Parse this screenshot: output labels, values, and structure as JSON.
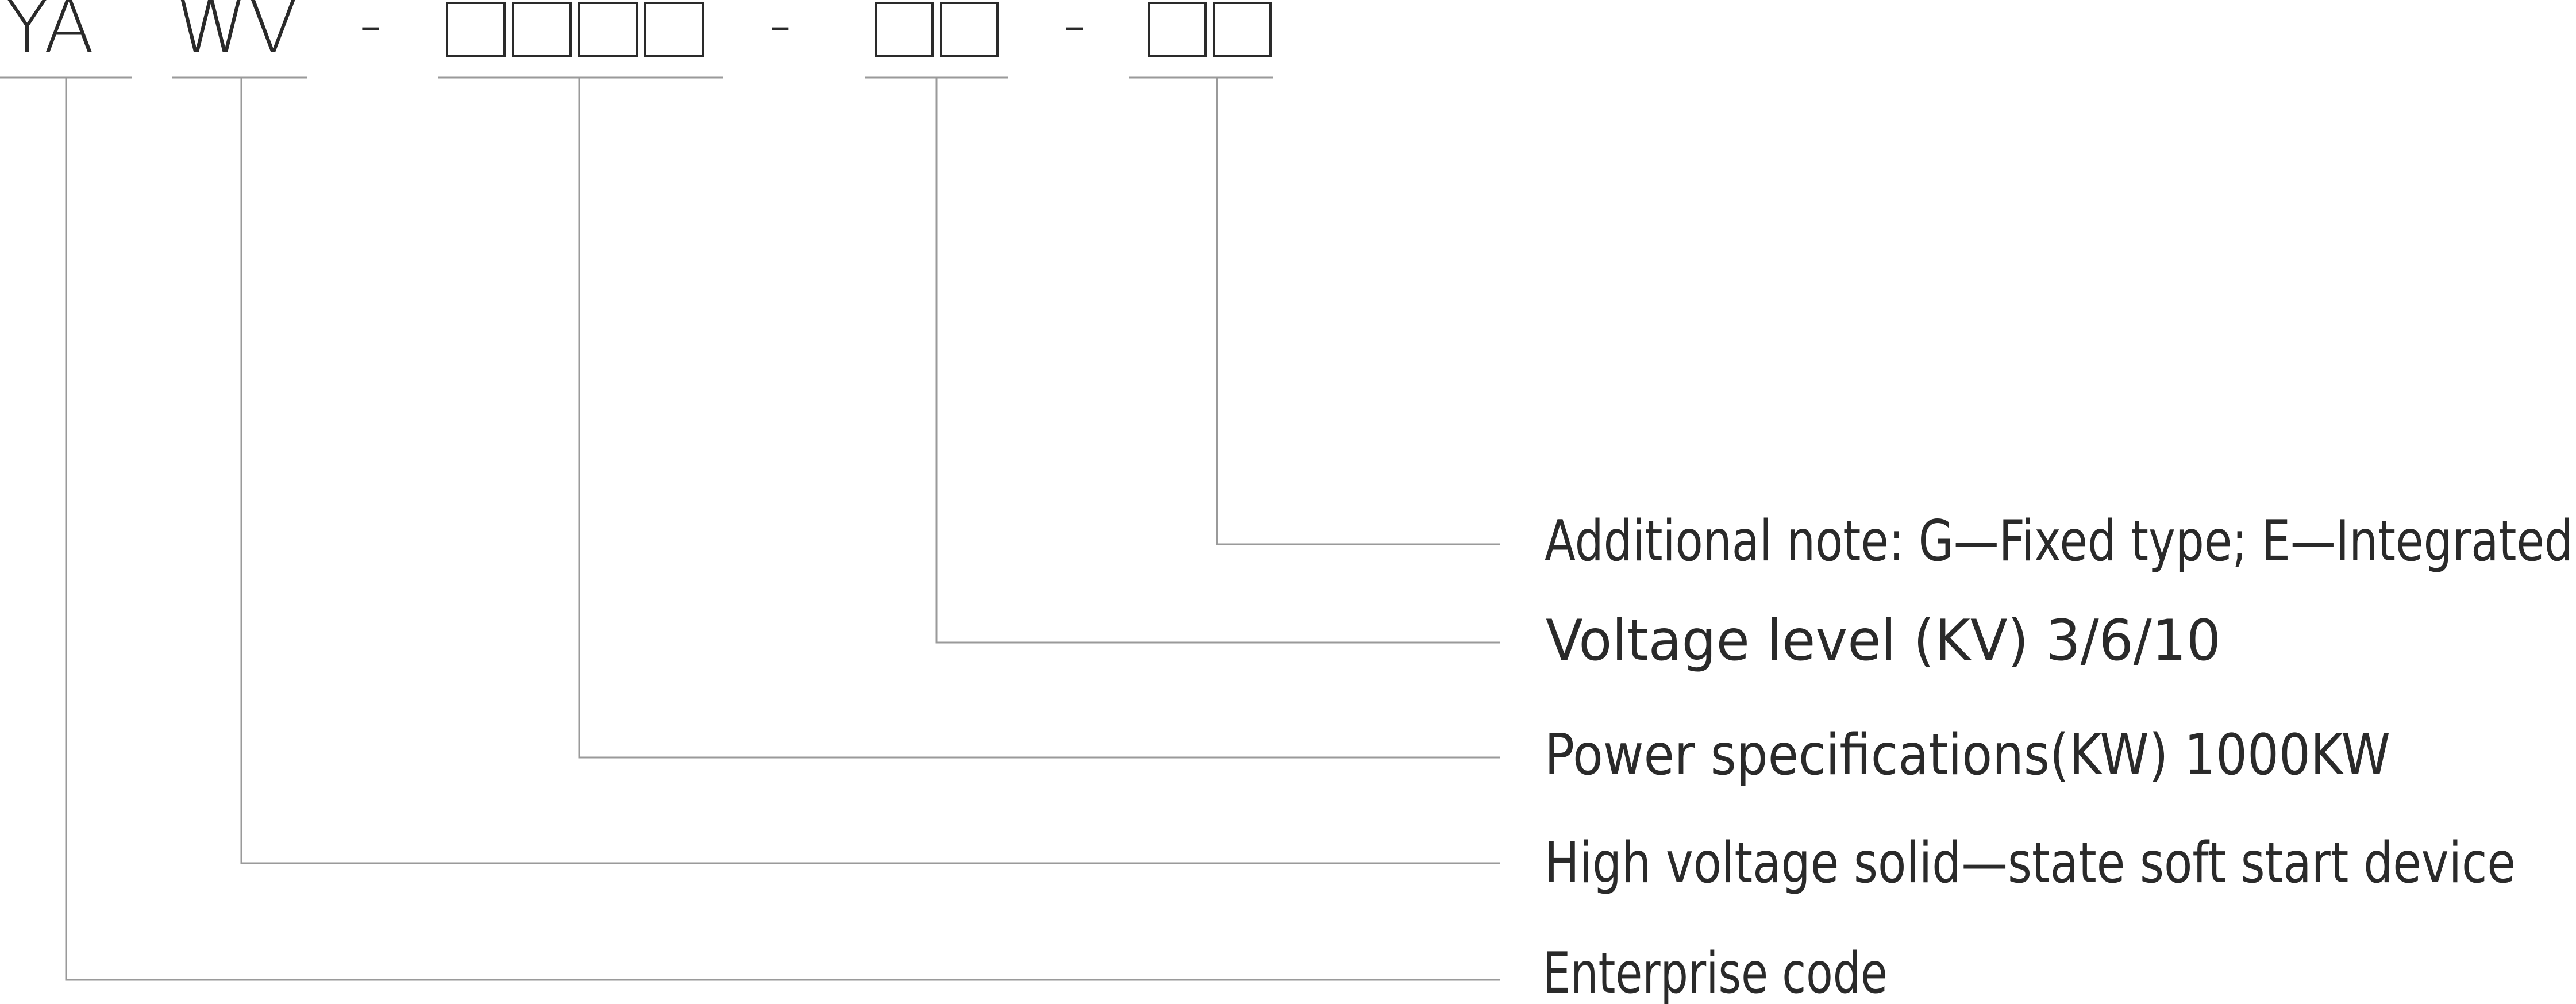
{
  "model_code": {
    "enterprise_code": "YA",
    "device_type": "WV",
    "separators": [
      "-",
      "-",
      "-"
    ],
    "placeholder_counts": {
      "power": 4,
      "voltage": 2,
      "note": 2
    }
  },
  "labels": {
    "note": "Additional note: G—Fixed type; E—Integrated",
    "voltage": "Voltage level (KV) 3/6/10",
    "power": "Power specifications(KW) 1000KW",
    "device": "High voltage solid—state soft start device",
    "enterprise": "Enterprise code"
  },
  "colors": {
    "text": "#2a2a2a",
    "leader_lines": "#9a9a9a"
  }
}
